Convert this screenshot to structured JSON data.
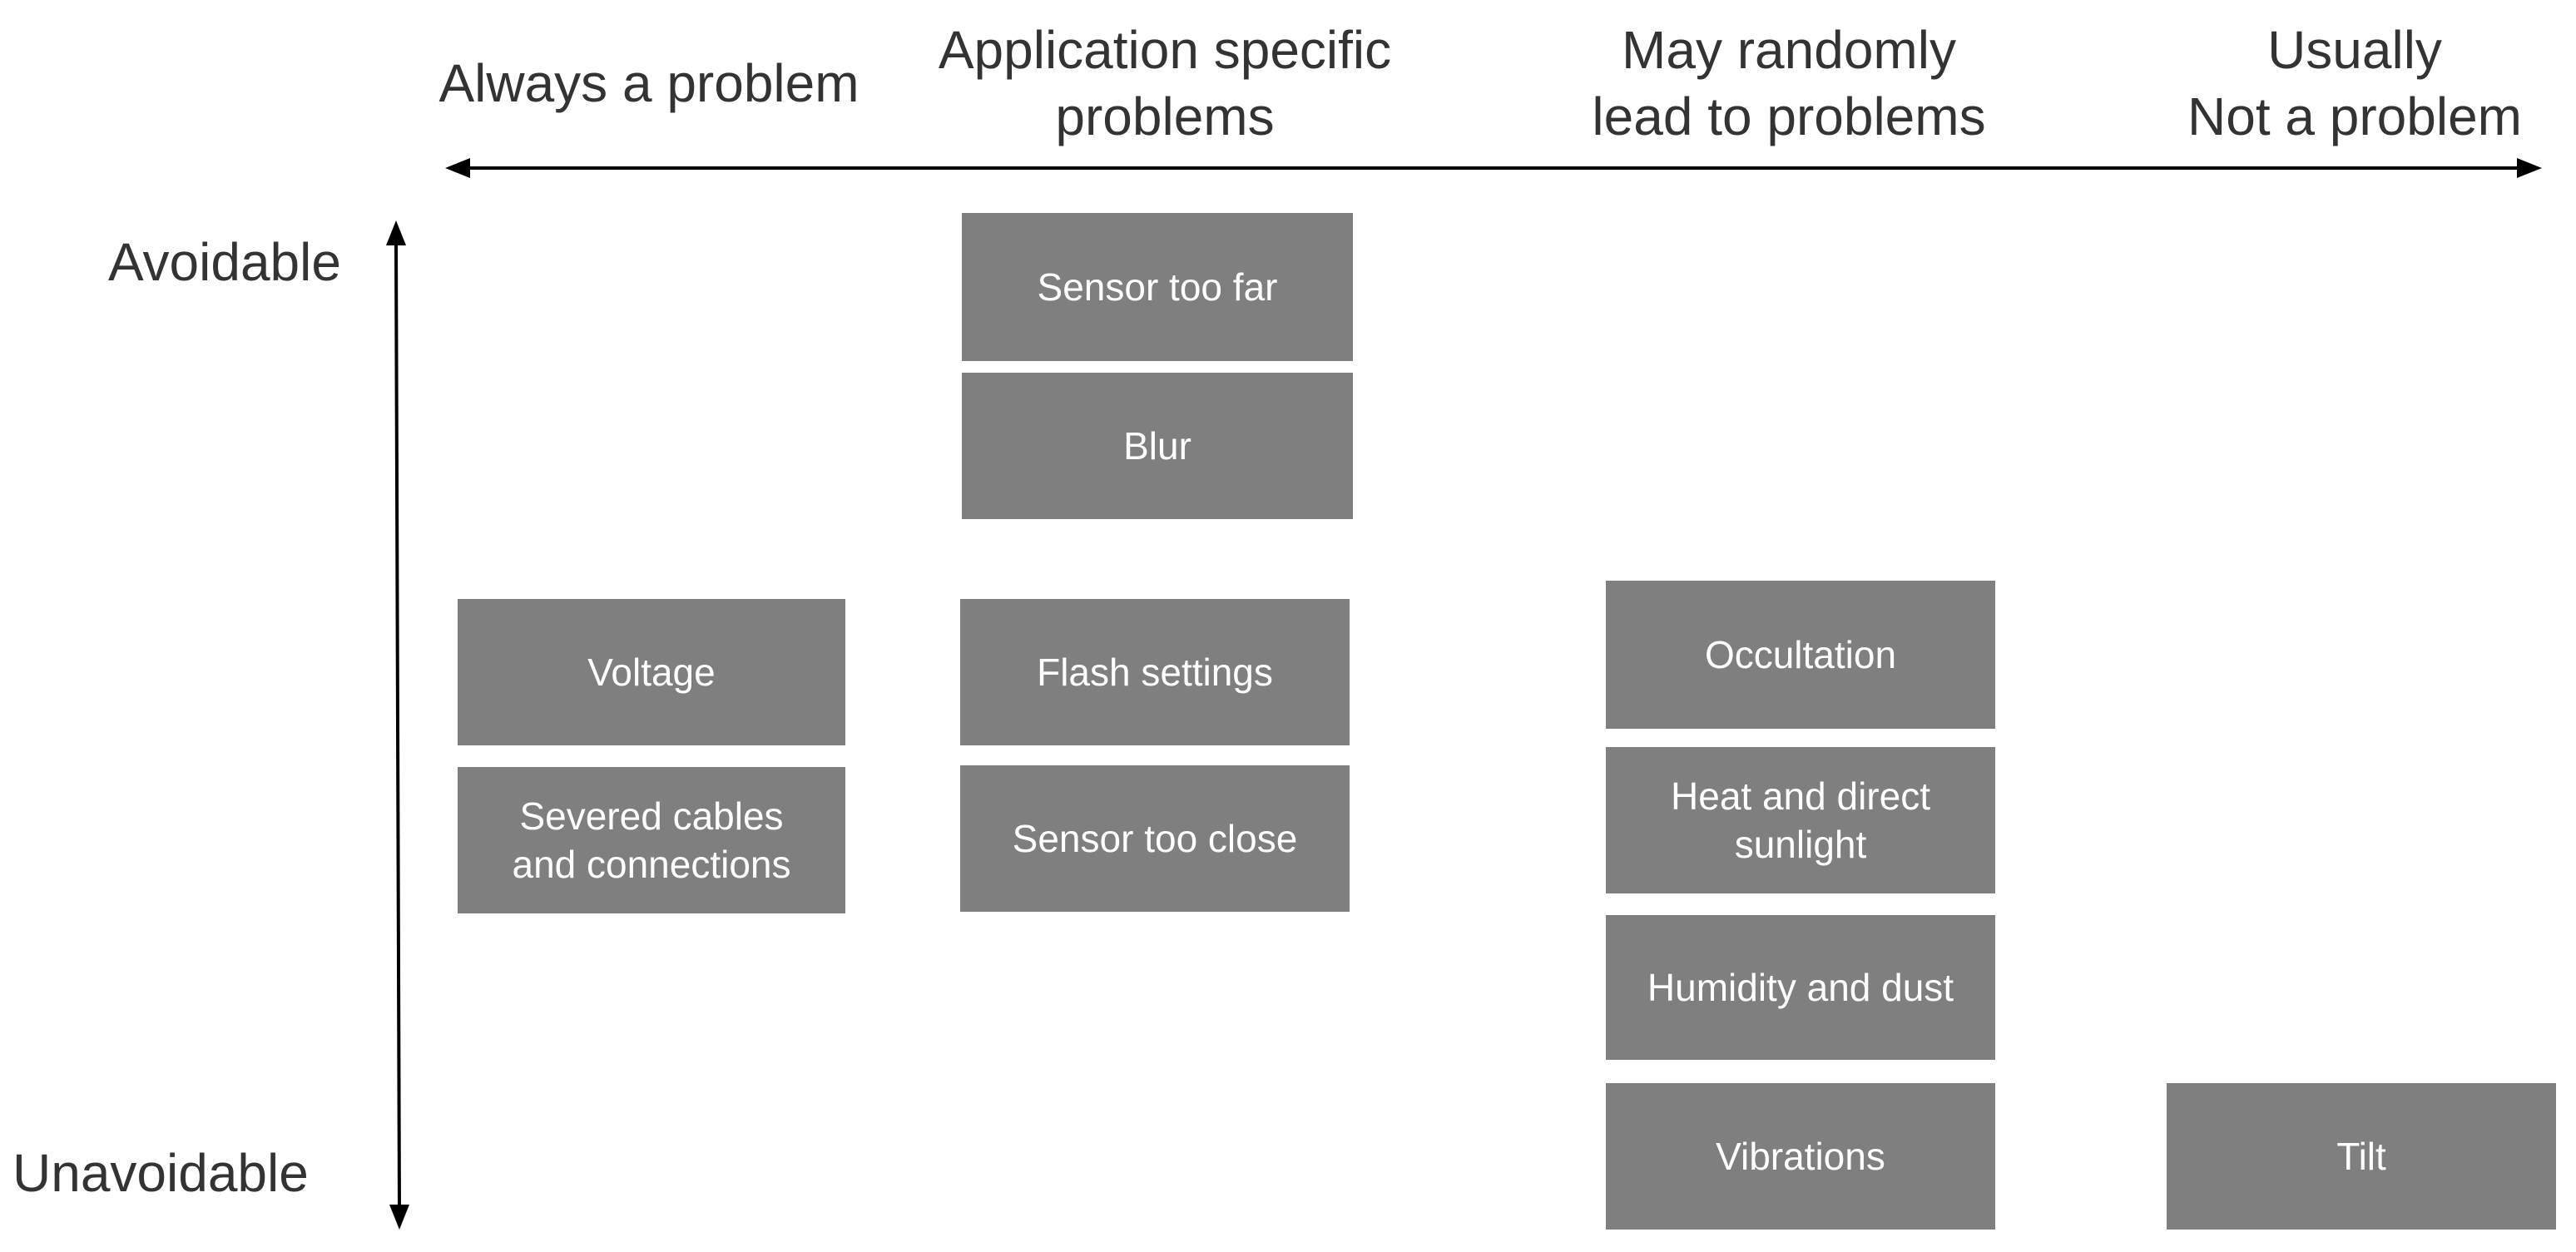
{
  "columns": [
    {
      "label": "Always a problem"
    },
    {
      "label": "Application specific\nproblems"
    },
    {
      "label": "May randomly\nlead to problems"
    },
    {
      "label": "Usually\nNot a problem"
    }
  ],
  "y_axis": {
    "top_label": "Avoidable",
    "bottom_label": "Unavoidable"
  },
  "boxes": {
    "sensor_too_far": "Sensor too far",
    "blur": "Blur",
    "voltage": "Voltage",
    "severed_cables": "Severed cables\nand connections",
    "flash_settings": "Flash settings",
    "sensor_too_close": "Sensor too close",
    "occultation": "Occultation",
    "heat_sunlight": "Heat and direct\nsunlight",
    "humidity_dust": "Humidity and dust",
    "vibrations": "Vibrations",
    "tilt": "Tilt"
  },
  "colors": {
    "box_fill": "#7f7f7f",
    "box_text": "#ffffff",
    "axis": "#000000",
    "label_text": "#333333"
  }
}
